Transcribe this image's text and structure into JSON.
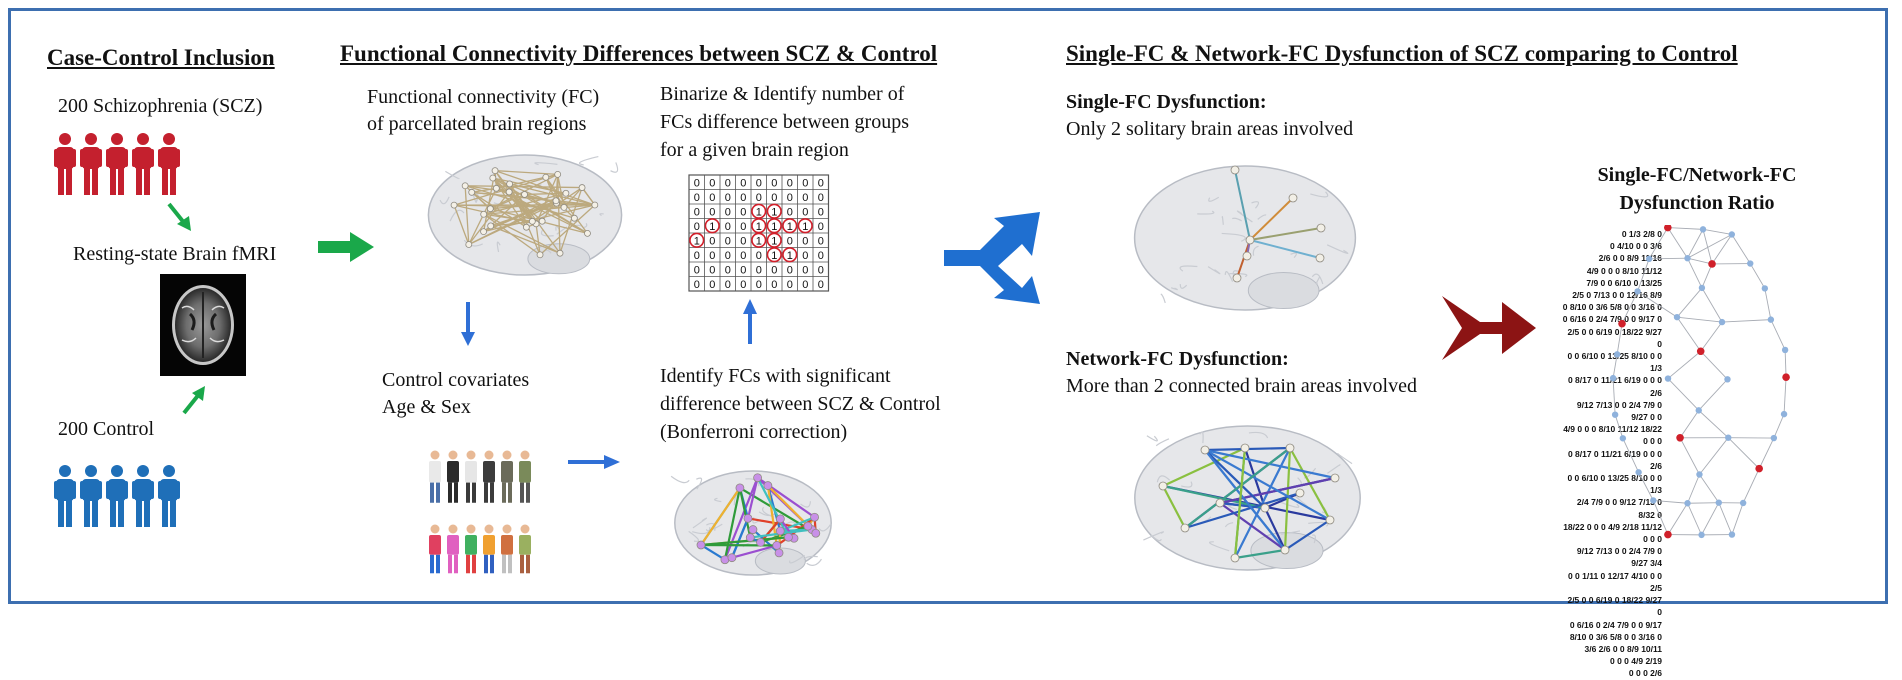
{
  "headings": {
    "inclusion": "Case-Control Inclusion",
    "fc_diff": "Functional Connectivity Differences between SCZ & Control",
    "dysfunction": "Single-FC & Network-FC Dysfunction  of SCZ comparing to Control"
  },
  "inclusion": {
    "scz": "200 Schizophrenia (SCZ)",
    "fmri": "Resting-state Brain fMRI",
    "control": "200 Control"
  },
  "fc": {
    "fc_line1": "Functional connectivity (FC)",
    "fc_line2": "of parcellated  brain regions",
    "binarize_line1": "Binarize  & Identify number of",
    "binarize_line2": "FCs difference between groups",
    "binarize_line3": "for a given brain region",
    "covariates_line1": "Control covariates",
    "covariates_line2": "Age & Sex",
    "identify_line1": "Identify FCs with significant",
    "identify_line2": "difference between SCZ & Control",
    "identify_line3": "(Bonferroni correction)"
  },
  "matrix": {
    "rows": [
      [
        "0",
        "0",
        "0",
        "0",
        "0",
        "0",
        "0",
        "0",
        "0"
      ],
      [
        "0",
        "0",
        "0",
        "0",
        "0",
        "0",
        "0",
        "0",
        "0"
      ],
      [
        "0",
        "0",
        "0",
        "0",
        "1",
        "1",
        "0",
        "0",
        "0"
      ],
      [
        "0",
        "1",
        "0",
        "0",
        "1",
        "1",
        "1",
        "1",
        "0"
      ],
      [
        "1",
        "0",
        "0",
        "0",
        "1",
        "1",
        "0",
        "0",
        "0"
      ],
      [
        "0",
        "0",
        "0",
        "0",
        "0",
        "1",
        "1",
        "0",
        "0"
      ],
      [
        "0",
        "0",
        "0",
        "0",
        "0",
        "0",
        "0",
        "0",
        "0"
      ],
      [
        "0",
        "0",
        "0",
        "0",
        "0",
        "0",
        "0",
        "0",
        "0"
      ]
    ],
    "circle_color": "#d21f2a"
  },
  "dysfunction": {
    "single_title": "Single-FC Dysfunction:",
    "single_desc": "Only 2 solitary  brain areas involved",
    "network_title": "Network-FC Dysfunction:",
    "network_desc": "More than 2 connected brain areas involved"
  },
  "ratio": {
    "title_line1": "Single-FC/Network-FC",
    "title_line2": "Dysfunction Ratio",
    "lines": [
      "0 1/3 2/8 0",
      "0 4/10 0 0 3/6",
      "2/6 0 0 8/9 11/16",
      "4/9 0 0 0 8/10 11/12",
      "7/9 0 0 6/10 0 13/25",
      "2/5 0 7/13 0 0 12/16 8/9",
      "0 8/10 0 3/6 5/8 0 0 3/16 0",
      "0 6/16 0 2/4 7/9 0 0 9/17 0",
      "2/5 0 0 6/19 0 18/22 9/27 0",
      "0 0 6/10 0 13/25 8/10 0 0 1/3",
      "0 8/17 0 11/21 6/19 0 0 0 2/6",
      "9/12 7/13 0 0 2/4 7/9 0 9/27 0 0",
      "4/9 0 0 0 8/10 11/12 18/22 0 0 0",
      "0 8/17 0 11/21 6/19 0 0 0 2/6",
      "0 0 6/10 0 13/25 8/10 0 0 1/3",
      "2/4 7/9 0 0 9/12 7/13 0 8/32 0",
      "18/22 0 0 0 4/9 2/18 11/12 0 0 0",
      "9/12 7/13 0 0 2/4 7/9 0 9/27 3/4",
      "0 0 1/11 0 12/17 4/10 0 0 2/5",
      "2/5 0 0 6/19 0 18/22 9/27 0",
      "0 6/16 0 2/4 7/9 0 0 9/17",
      "8/10 0 3/6 5/8 0 0 3/16 0",
      "3/6 2/6 0 0 8/9 10/11",
      "0 0 0 4/9 2/19",
      "0 0 0 2/6"
    ]
  },
  "colors": {
    "frame": "#3d6fb0",
    "scz_people": "#c4202e",
    "control_people": "#1f6fb8",
    "green_arrow": "#1aa84a",
    "blue_arrow": "#2f6fd6",
    "split_arrow": "#1f6fd0",
    "merge_arrow": "#8c1414"
  },
  "icons": [
    "person-icon",
    "brain-icon",
    "mri-scan-icon",
    "arrow-icon",
    "split-arrow-icon",
    "merge-arrow-icon"
  ]
}
